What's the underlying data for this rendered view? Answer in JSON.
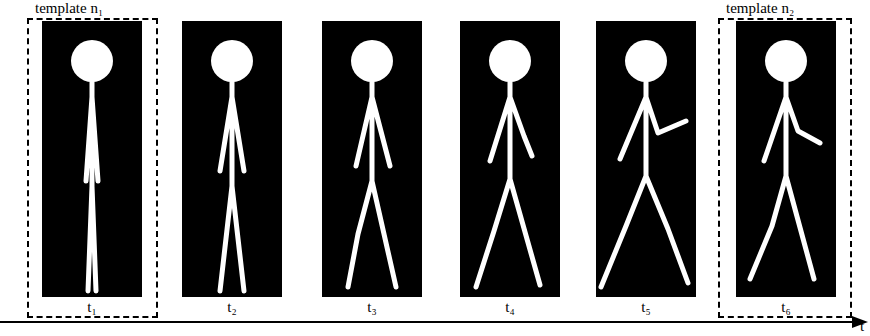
{
  "diagram": {
    "nodes": [
      {
        "text": [
          "template n₁"
        ]
      },
      {
        "text": [
          "t₁"
        ],
        "in": 0
      },
      {
        "text": [
          "t₂"
        ]
      },
      {
        "text": [
          "t₃"
        ]
      },
      {
        "text": [
          "t₄"
        ]
      },
      {
        "text": [
          "t₅"
        ]
      },
      {
        "text": [
          "template n₂"
        ]
      },
      {
        "text": [
          "t₆"
        ],
        "in": 6
      }
    ],
    "labels": [
      "t"
    ]
  }
}
